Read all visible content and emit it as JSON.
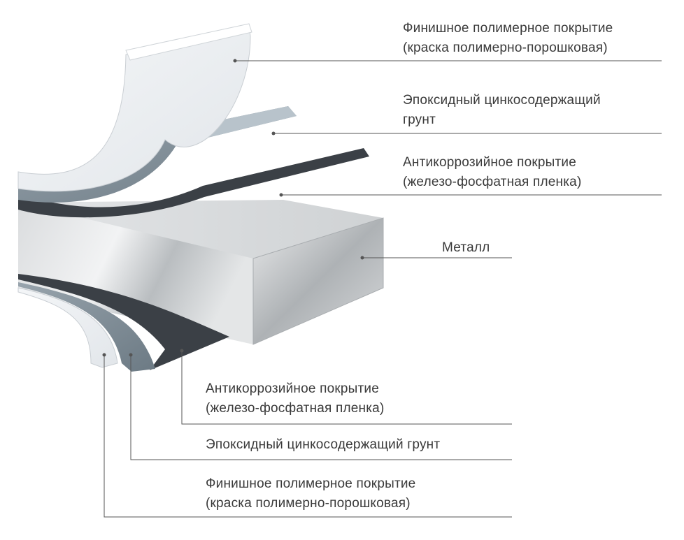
{
  "labels": {
    "top_finish": [
      "Финишное полимерное покрытие",
      "(краска полимерно-порошковая)"
    ],
    "top_primer": [
      "Эпоксидный цинкосодержащий",
      "грунт"
    ],
    "top_anticorrosion": [
      "Антикоррозийное покрытие",
      "(железо-фосфатная пленка)"
    ],
    "metal": [
      "Металл"
    ],
    "bottom_anticorrosion": [
      "Антикоррозийное покрытие",
      "(железо-фосфатная пленка)"
    ],
    "bottom_primer": [
      "Эпоксидный цинкосодержащий грунт"
    ],
    "bottom_finish": [
      "Финишное полимерное покрытие",
      "(краска полимерно-порошковая)"
    ]
  },
  "colors": {
    "finish_layer": "#eff1f4",
    "primer_layer": "#7f8c95",
    "anticorrosion_layer": "#3b4046",
    "metal": "#c9ccce",
    "leader_line": "#555555"
  }
}
